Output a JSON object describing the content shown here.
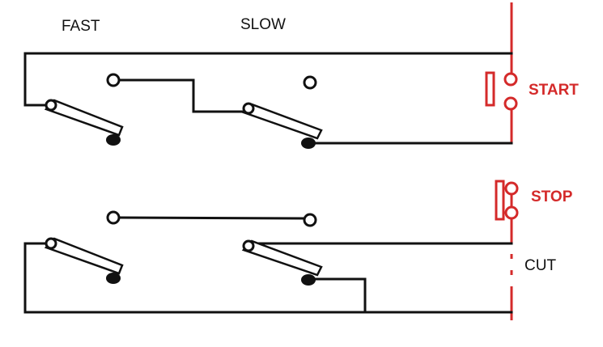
{
  "labels": {
    "fast": "FAST",
    "slow": "SLOW",
    "start": "START",
    "stop": "STOP",
    "cut": "CUT"
  },
  "colors": {
    "wire": "#111111",
    "rail": "#d42a2a",
    "background": "#ffffff"
  }
}
